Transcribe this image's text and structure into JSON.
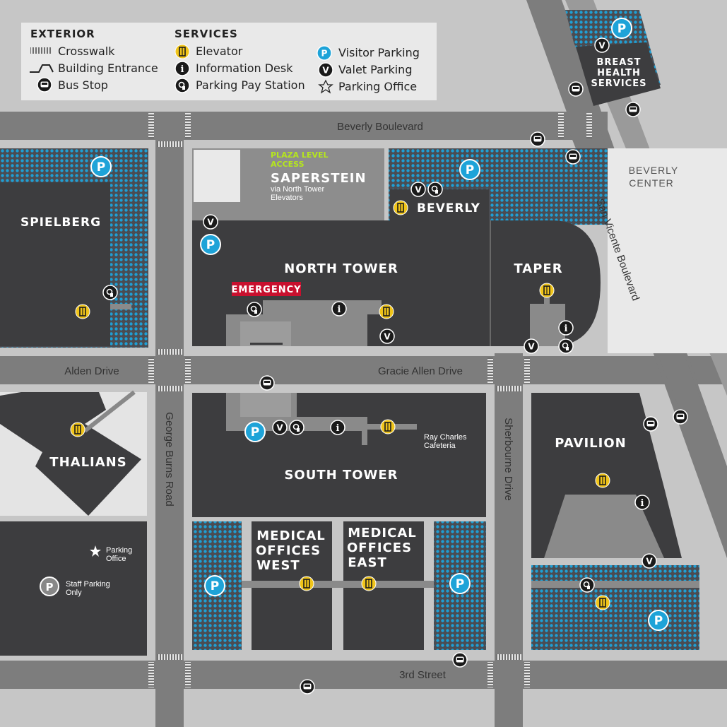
{
  "legend": {
    "exterior_heading": "EXTERIOR",
    "services_heading": "SERVICES",
    "crosswalk": "Crosswalk",
    "building_entrance": "Building Entrance",
    "bus_stop": "Bus Stop",
    "elevator": "Elevator",
    "information_desk": "Information Desk",
    "parking_pay_station": "Parking Pay Station",
    "visitor_parking": "Visitor Parking",
    "valet_parking": "Valet Parking",
    "parking_office": "Parking Office"
  },
  "streets": {
    "beverly_boulevard": "Beverly Boulevard",
    "alden_drive": "Alden Drive",
    "gracie_allen_drive": "Gracie Allen Drive",
    "george_burns_road": "George Burns Road",
    "sherbourne_drive": "Sherbourne Drive",
    "san_vicente_boulevard": "San Vicente Boulevard",
    "third_street": "3rd Street"
  },
  "buildings": {
    "breast_health_1": "BREAST",
    "breast_health_2": "HEALTH",
    "breast_health_3": "SERVICES",
    "beverly_center_1": "BEVERLY",
    "beverly_center_2": "CENTER",
    "plaza_level_1": "PLAZA LEVEL",
    "plaza_level_2": "ACCESS",
    "saperstein": "SAPERSTEIN",
    "saperstein_note_1": "via North Tower",
    "saperstein_note_2": "Elevators",
    "beverly": "BEVERLY",
    "spielberg": "SPIELBERG",
    "north_tower": "NORTH TOWER",
    "taper": "TAPER",
    "emergency": "EMERGENCY",
    "thalians": "THALIANS",
    "south_tower": "SOUTH TOWER",
    "pavilion": "PAVILION",
    "cafeteria_1": "Ray Charles",
    "cafeteria_2": "Cafeteria",
    "mow_1": "MEDICAL",
    "mow_2": "OFFICES",
    "mow_3": "WEST",
    "moe_1": "MEDICAL",
    "moe_2": "OFFICES",
    "moe_3": "EAST",
    "parking_office_1": "Parking",
    "parking_office_2": "Office",
    "staff_parking_1": "Staff Parking",
    "staff_parking_2": "Only"
  },
  "icons": {
    "parking_letter": "P",
    "valet_letter": "V",
    "info_letter": "i",
    "staff_letter": "P"
  },
  "colors": {
    "building": "#3d3d3f",
    "parking_blue": "#1ea3d8",
    "elevator_yellow": "#f0c419",
    "emergency_red": "#c8102e",
    "plaza_green": "#b5e61d"
  }
}
